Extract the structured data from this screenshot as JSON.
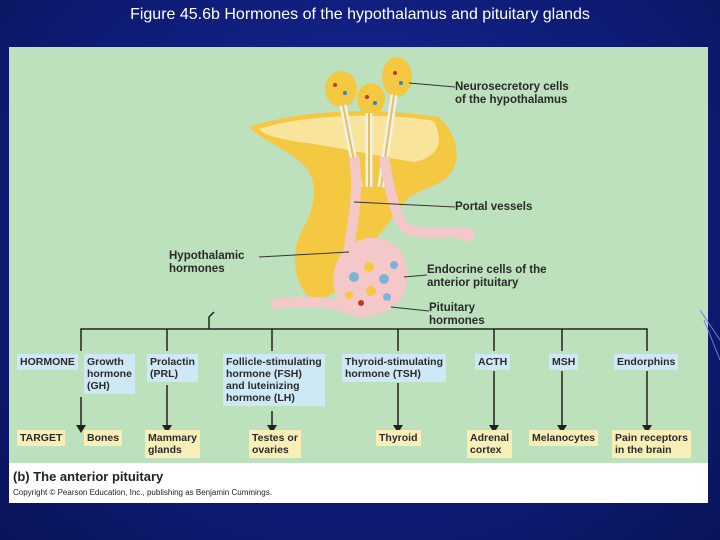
{
  "slide_title": "Figure 45.6b  Hormones of the hypothalamus and pituitary glands",
  "labels": {
    "neurosecretory": "Neurosecretory cells\nof the hypothalamus",
    "portal": "Portal vessels",
    "hypothalamic": "Hypothalamic\nhormones",
    "endocrine": "Endocrine cells of the\nanterior pituitary",
    "pituitary_hormones": "Pituitary\nhormones"
  },
  "row_headers": {
    "hormone": "HORMONE",
    "target": "TARGET"
  },
  "hormones": [
    "Growth\nhormone\n(GH)",
    "Prolactin\n(PRL)",
    "Follicle-stimulating\nhormone (FSH)\nand luteinizing\nhormone (LH)",
    "Thyroid-stimulating\nhormone (TSH)",
    "ACTH",
    "MSH",
    "Endorphins"
  ],
  "targets": [
    "Bones",
    "Mammary\nglands",
    "Testes or\novaries",
    "Thyroid",
    "Adrenal\ncortex",
    "Melanocytes",
    "Pain receptors\nin the brain"
  ],
  "caption": "(b) The anterior pituitary",
  "copyright": "Copyright © Pearson Education, Inc., publishing as Benjamin Cummings.",
  "colors": {
    "background": "#0f1d7a",
    "panel": "#bde0bd",
    "hormone_box": "#cfe8f6",
    "target_box": "#f8efb8",
    "brain_tissue": "#f5c842",
    "vessel": "#f4c8c8"
  }
}
